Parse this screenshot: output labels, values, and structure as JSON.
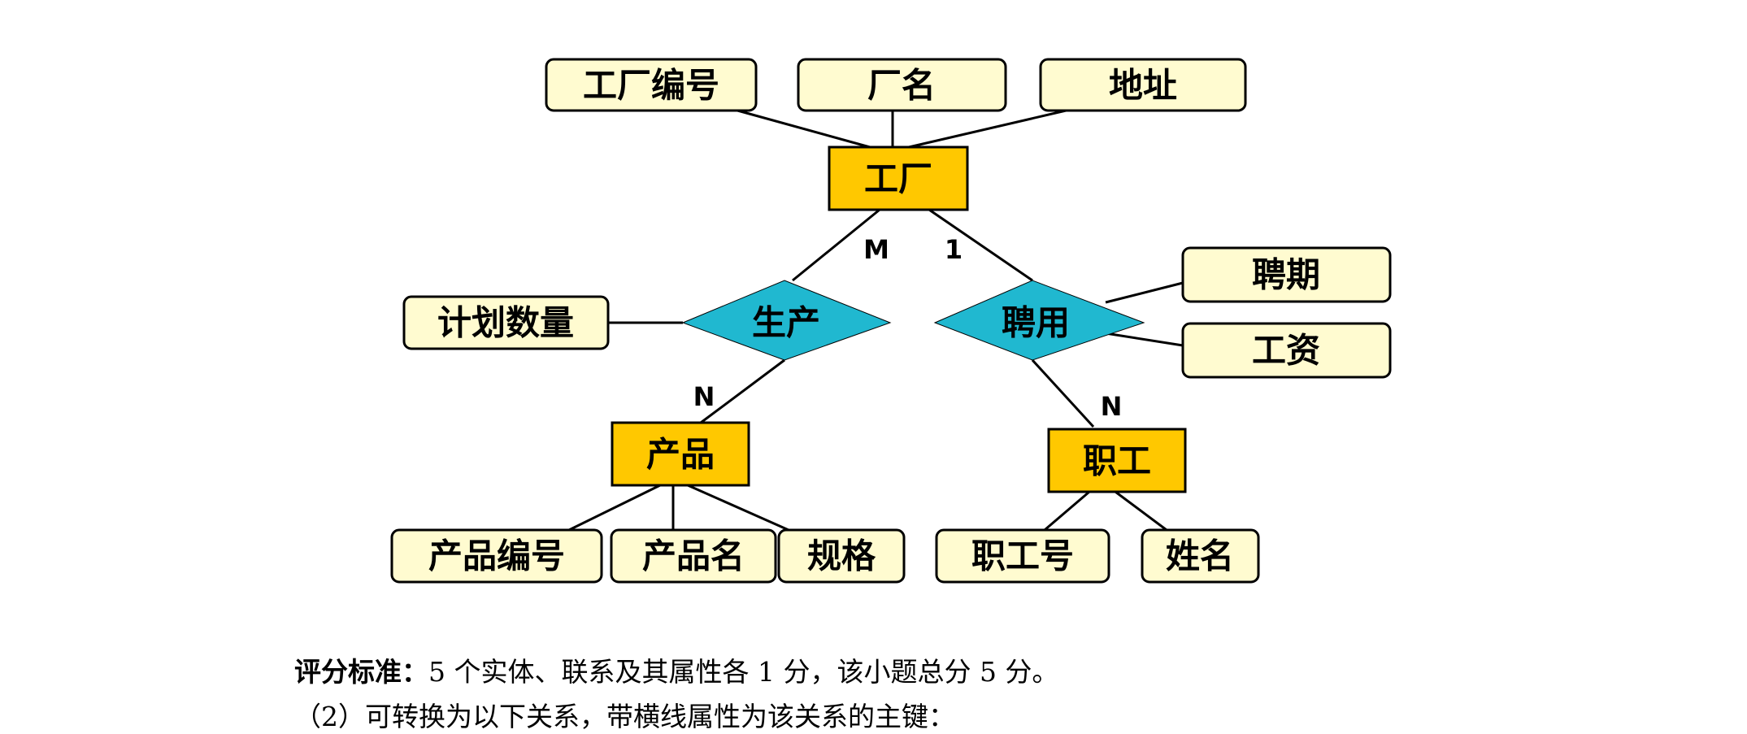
{
  "diagram": {
    "entities": {
      "factory": "工厂",
      "product": "产品",
      "employee": "职工"
    },
    "relationships": {
      "produce": "生产",
      "hire": "聘用"
    },
    "attributes": {
      "factory_no": "工厂编号",
      "factory_name": "厂名",
      "address": "地址",
      "plan_quantity": "计划数量",
      "hire_period": "聘期",
      "salary": "工资",
      "product_no": "产品编号",
      "product_name": "产品名",
      "spec": "规格",
      "employee_no": "职工号",
      "employee_name": "姓名"
    },
    "cardinalities": {
      "produce_factory": "M",
      "produce_product": "N",
      "hire_factory": "1",
      "hire_employee": "N"
    },
    "colors": {
      "entity_fill": "#ffc800",
      "attribute_fill": "#fffbd0",
      "relationship_fill": "#20b8d0"
    }
  },
  "notes": {
    "scoring_label": "评分标准：",
    "scoring_text": "5 个实体、联系及其属性各 1 分，该小题总分 5 分。",
    "conversion_text": "（2）可转换为以下关系，带横线属性为该关系的主键："
  }
}
